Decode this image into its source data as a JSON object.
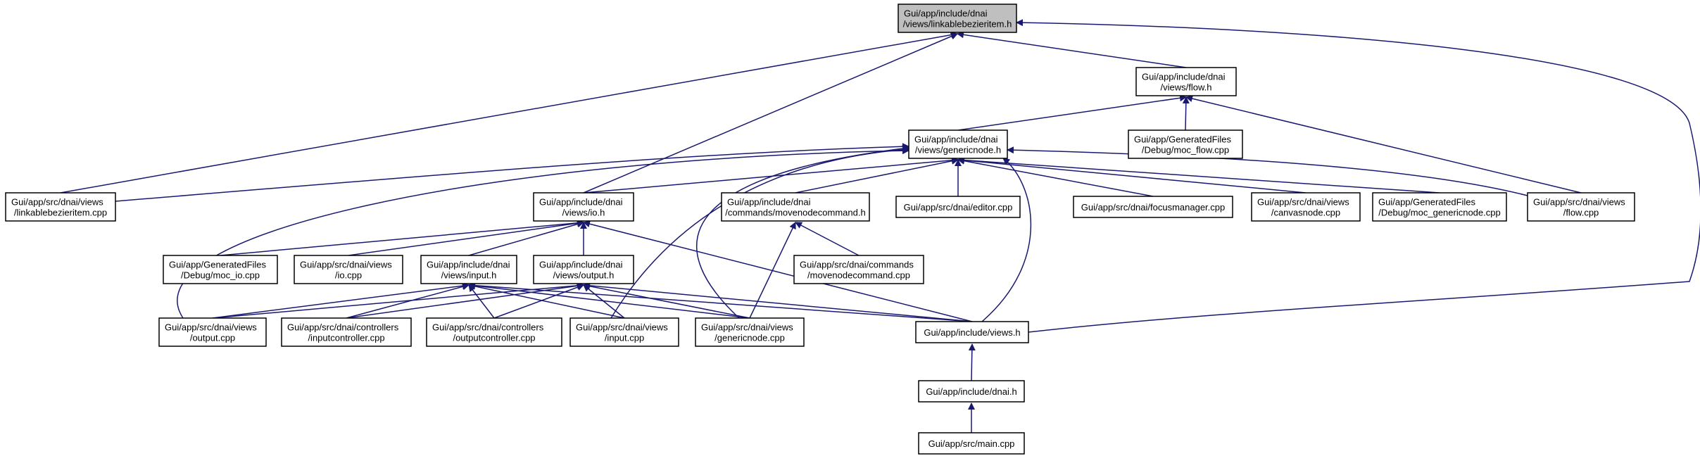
{
  "diagram": {
    "type": "include-dependency-graph",
    "colors": {
      "edge": "#191970",
      "focus_fill": "#bfbfbf",
      "node_fill": "#ffffff",
      "node_border": "#000000"
    },
    "nodes": [
      {
        "id": "linkablebezieritem_h",
        "lines": [
          "Gui/app/include/dnai",
          "/views/linkablebezieritem.h"
        ],
        "focus": true
      },
      {
        "id": "flow_h",
        "lines": [
          "Gui/app/include/dnai",
          "/views/flow.h"
        ]
      },
      {
        "id": "genericnode_h",
        "lines": [
          "Gui/app/include/dnai",
          "/views/genericnode.h"
        ]
      },
      {
        "id": "moc_flow",
        "lines": [
          "Gui/app/GeneratedFiles",
          "/Debug/moc_flow.cpp"
        ]
      },
      {
        "id": "linkablebezieritem_cpp",
        "lines": [
          "Gui/app/src/dnai/views",
          "/linkablebezieritem.cpp"
        ]
      },
      {
        "id": "io_h",
        "lines": [
          "Gui/app/include/dnai",
          "/views/io.h"
        ]
      },
      {
        "id": "movenodecommand_h",
        "lines": [
          "Gui/app/include/dnai",
          "/commands/movenodecommand.h"
        ]
      },
      {
        "id": "editor_cpp",
        "lines": [
          "Gui/app/src/dnai/editor.cpp"
        ]
      },
      {
        "id": "focusmanager_cpp",
        "lines": [
          "Gui/app/src/dnai/focusmanager.cpp"
        ]
      },
      {
        "id": "canvasnode_cpp",
        "lines": [
          "Gui/app/src/dnai/views",
          "/canvasnode.cpp"
        ]
      },
      {
        "id": "moc_genericnode",
        "lines": [
          "Gui/app/GeneratedFiles",
          "/Debug/moc_genericnode.cpp"
        ]
      },
      {
        "id": "flow_cpp",
        "lines": [
          "Gui/app/src/dnai/views",
          "/flow.cpp"
        ]
      },
      {
        "id": "moc_io",
        "lines": [
          "Gui/app/GeneratedFiles",
          "/Debug/moc_io.cpp"
        ]
      },
      {
        "id": "io_cpp",
        "lines": [
          "Gui/app/src/dnai/views",
          "/io.cpp"
        ]
      },
      {
        "id": "input_h",
        "lines": [
          "Gui/app/include/dnai",
          "/views/input.h"
        ]
      },
      {
        "id": "output_h",
        "lines": [
          "Gui/app/include/dnai",
          "/views/output.h"
        ]
      },
      {
        "id": "movenodecommand_cpp",
        "lines": [
          "Gui/app/src/dnai/commands",
          "/movenodecommand.cpp"
        ]
      },
      {
        "id": "output_cpp",
        "lines": [
          "Gui/app/src/dnai/views",
          "/output.cpp"
        ]
      },
      {
        "id": "inputcontroller_cpp",
        "lines": [
          "Gui/app/src/dnai/controllers",
          "/inputcontroller.cpp"
        ]
      },
      {
        "id": "outputcontroller_cpp",
        "lines": [
          "Gui/app/src/dnai/controllers",
          "/outputcontroller.cpp"
        ]
      },
      {
        "id": "input_cpp",
        "lines": [
          "Gui/app/src/dnai/views",
          "/input.cpp"
        ]
      },
      {
        "id": "genericnode_cpp",
        "lines": [
          "Gui/app/src/dnai/views",
          "/genericnode.cpp"
        ]
      },
      {
        "id": "views_h",
        "lines": [
          "Gui/app/include/views.h"
        ]
      },
      {
        "id": "dnai_h",
        "lines": [
          "Gui/app/include/dnai.h"
        ]
      },
      {
        "id": "main_cpp",
        "lines": [
          "Gui/app/src/main.cpp"
        ]
      }
    ],
    "edges": [
      {
        "from": "flow_h",
        "to": "linkablebezieritem_h"
      },
      {
        "from": "genericnode_h",
        "to": "flow_h"
      },
      {
        "from": "moc_flow",
        "to": "flow_h"
      },
      {
        "from": "flow_cpp",
        "to": "flow_h"
      },
      {
        "from": "linkablebezieritem_cpp",
        "to": "linkablebezieritem_h"
      },
      {
        "from": "io_h",
        "to": "linkablebezieritem_h"
      },
      {
        "from": "views_h",
        "to": "linkablebezieritem_h"
      },
      {
        "from": "linkablebezieritem_cpp",
        "to": "genericnode_h"
      },
      {
        "from": "io_h",
        "to": "genericnode_h"
      },
      {
        "from": "movenodecommand_h",
        "to": "genericnode_h"
      },
      {
        "from": "editor_cpp",
        "to": "genericnode_h"
      },
      {
        "from": "focusmanager_cpp",
        "to": "genericnode_h"
      },
      {
        "from": "canvasnode_cpp",
        "to": "genericnode_h"
      },
      {
        "from": "moc_genericnode",
        "to": "genericnode_h"
      },
      {
        "from": "flow_cpp",
        "to": "genericnode_h"
      },
      {
        "from": "output_cpp",
        "to": "genericnode_h"
      },
      {
        "from": "input_cpp",
        "to": "genericnode_h"
      },
      {
        "from": "genericnode_cpp",
        "to": "genericnode_h"
      },
      {
        "from": "views_h",
        "to": "genericnode_h"
      },
      {
        "from": "moc_io",
        "to": "io_h"
      },
      {
        "from": "io_cpp",
        "to": "io_h"
      },
      {
        "from": "input_h",
        "to": "io_h"
      },
      {
        "from": "output_h",
        "to": "io_h"
      },
      {
        "from": "views_h",
        "to": "io_h"
      },
      {
        "from": "movenodecommand_cpp",
        "to": "movenodecommand_h"
      },
      {
        "from": "genericnode_cpp",
        "to": "movenodecommand_h"
      },
      {
        "from": "output_cpp",
        "to": "input_h"
      },
      {
        "from": "inputcontroller_cpp",
        "to": "input_h"
      },
      {
        "from": "outputcontroller_cpp",
        "to": "input_h"
      },
      {
        "from": "input_cpp",
        "to": "input_h"
      },
      {
        "from": "genericnode_cpp",
        "to": "input_h"
      },
      {
        "from": "views_h",
        "to": "input_h"
      },
      {
        "from": "output_cpp",
        "to": "output_h"
      },
      {
        "from": "inputcontroller_cpp",
        "to": "output_h"
      },
      {
        "from": "outputcontroller_cpp",
        "to": "output_h"
      },
      {
        "from": "input_cpp",
        "to": "output_h"
      },
      {
        "from": "genericnode_cpp",
        "to": "output_h"
      },
      {
        "from": "views_h",
        "to": "output_h"
      },
      {
        "from": "dnai_h",
        "to": "views_h"
      },
      {
        "from": "main_cpp",
        "to": "dnai_h"
      }
    ]
  }
}
